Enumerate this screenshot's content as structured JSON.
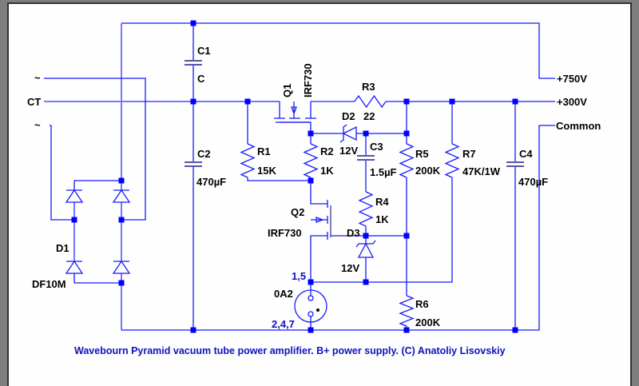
{
  "diagram": {
    "title": "Wavebourn Pyramid vacuum tube power amplifier. B+ power supply. (C) Anatoliy Lisovskiy",
    "wire_color": "#0000ff",
    "label_color": "#000000",
    "note_color": "#1010c0",
    "terminals": {
      "ac1": "~",
      "ct": "CT",
      "ac2": "~",
      "out750": "+750V",
      "out300": "+300V",
      "common": "Common"
    },
    "components": {
      "C1": {
        "ref": "C1",
        "value": "C"
      },
      "C2": {
        "ref": "C2",
        "value": "470µF"
      },
      "C3": {
        "ref": "C3",
        "value": "1.5µF"
      },
      "C4": {
        "ref": "C4",
        "value": "470µF"
      },
      "D1": {
        "ref": "D1",
        "value": "DF10M"
      },
      "D2": {
        "ref": "D2",
        "value": "12V"
      },
      "D3": {
        "ref": "D3",
        "value": "12V"
      },
      "Q1": {
        "ref": "Q1",
        "value": "IRF730"
      },
      "Q2": {
        "ref": "Q2",
        "value": "IRF730"
      },
      "R1": {
        "ref": "R1",
        "value": "15K"
      },
      "R2": {
        "ref": "R2",
        "value": "1K"
      },
      "R3": {
        "ref": "R3",
        "value": "22"
      },
      "R4": {
        "ref": "R4",
        "value": "1K"
      },
      "R5": {
        "ref": "R5",
        "value": "200K"
      },
      "R6": {
        "ref": "R6",
        "value": "200K"
      },
      "R7": {
        "ref": "R7",
        "value": "47K/1W"
      },
      "tube": {
        "ref": "0A2",
        "pins_top": "1,5",
        "pins_bottom": "2,4,7"
      }
    }
  }
}
